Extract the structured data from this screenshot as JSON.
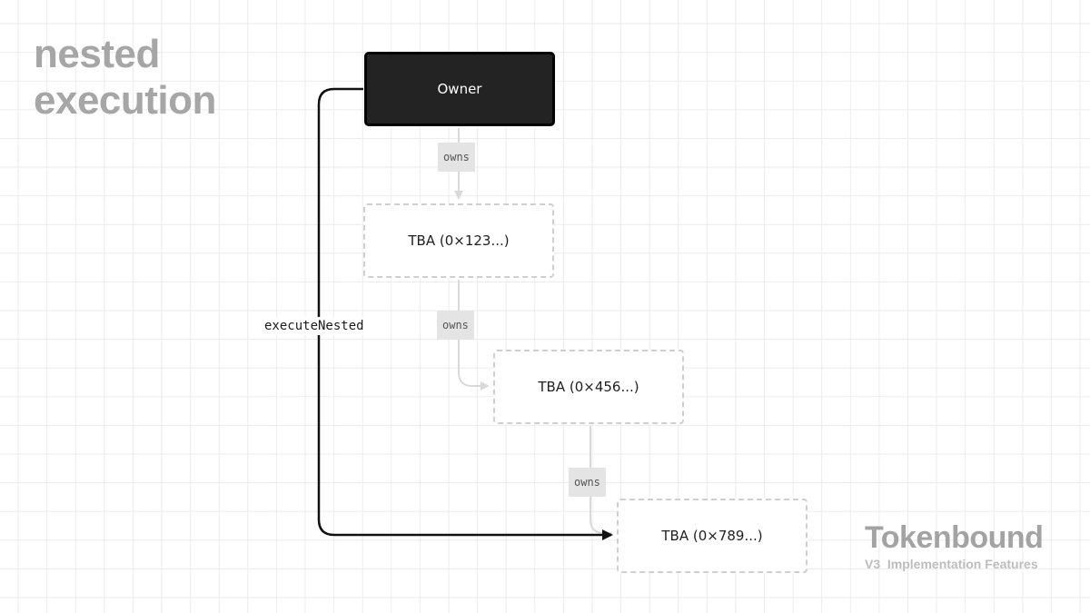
{
  "title": {
    "line1": "nested",
    "line2": "execution"
  },
  "nodes": {
    "owner": "Owner",
    "tba1": "TBA (0×123...)",
    "tba2": "TBA (0×456...)",
    "tba3": "TBA (0×789...)"
  },
  "edges": {
    "owns_1": "owns",
    "owns_2": "owns",
    "owns_3": "owns",
    "execute": "executeNested"
  },
  "brand": {
    "name": "Tokenbound",
    "subtitle": "V3  Implementation Features"
  },
  "colors": {
    "owner_fill": "#232323",
    "owns_line": "#d9d9d9",
    "execute_line": "#111111",
    "title_text": "#a6a6a6"
  }
}
